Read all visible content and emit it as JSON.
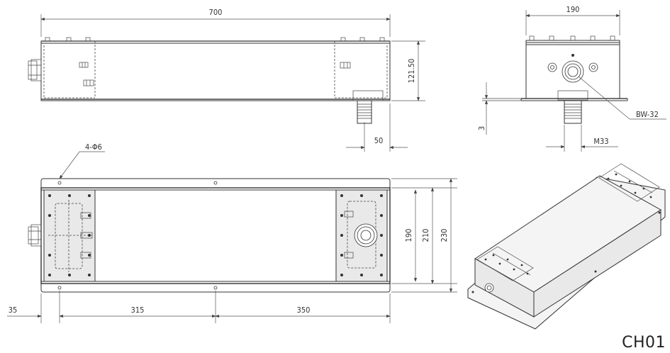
{
  "dimensions": {
    "top_length": "700",
    "top_height": "121.50",
    "top_offset": "50",
    "end_width": "190",
    "end_thread": "M33",
    "end_thickness": "3",
    "end_fitting": "BW-32",
    "plan_holes": "4-Φ6",
    "plan_w1": "190",
    "plan_w2": "210",
    "plan_w3": "230",
    "plan_d1": "35",
    "plan_d2": "315",
    "plan_d3": "350"
  },
  "model_code": "CH01"
}
